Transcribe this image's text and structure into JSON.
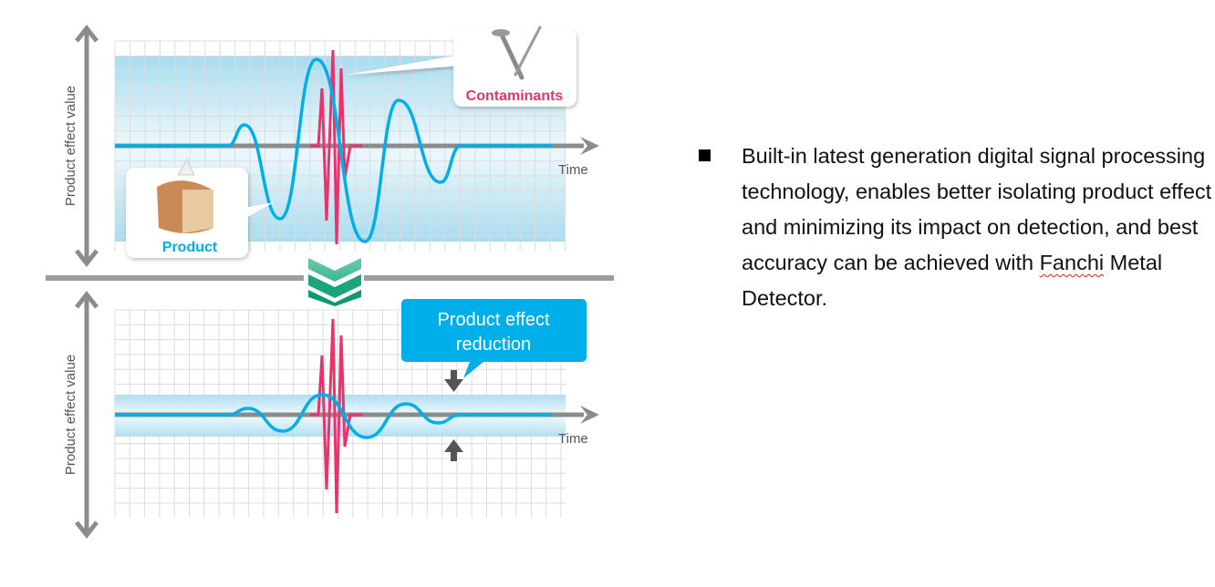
{
  "diagram": {
    "top_chart": {
      "y_axis_label": "Product effect value",
      "x_axis_label": "Time",
      "callout_contaminants": "Contaminants",
      "callout_product": "Product"
    },
    "bottom_chart": {
      "y_axis_label": "Product effect value",
      "x_axis_label": "Time",
      "callout_reduction_line1": "Product effect",
      "callout_reduction_line2": "reduction"
    },
    "colors": {
      "product_wave": "#00aee8",
      "contaminant_wave": "#e8336d",
      "band": "#a8dcef",
      "axis": "#8c8c8c",
      "chevron": "#1aa57c",
      "callout_bg": "#00aeea"
    }
  },
  "text_panel": {
    "bullet_before": "Built-in latest generation digital signal processing technology, enables better isolating product effect and minimizing its impact on detection, and best accuracy can be achieved with ",
    "bullet_brand": "Fanchi",
    "bullet_after": " Metal Detector."
  }
}
